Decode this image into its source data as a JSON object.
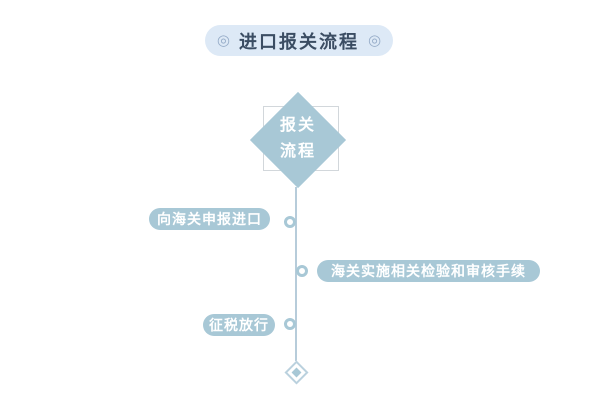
{
  "colors": {
    "background": "#ffffff",
    "accent": "#a8c8d6",
    "title-bg": "#dde9f6",
    "title-text": "#3b4d63",
    "title-decor": "#96acc8",
    "line": "#b7ccda",
    "outline": "#d2d7db",
    "end-ring": "#bad1de",
    "text-on-accent": "#ffffff"
  },
  "title": {
    "decor_left": "◎",
    "text": "进口报关流程",
    "decor_right": "◎"
  },
  "flow": {
    "root_node": {
      "line1": "报关",
      "line2": "流程"
    },
    "steps": [
      {
        "label": "向海关申报进口",
        "side": "left"
      },
      {
        "label": "海关实施相关检验和审核手续",
        "side": "right"
      },
      {
        "label": "征税放行",
        "side": "left"
      }
    ]
  }
}
